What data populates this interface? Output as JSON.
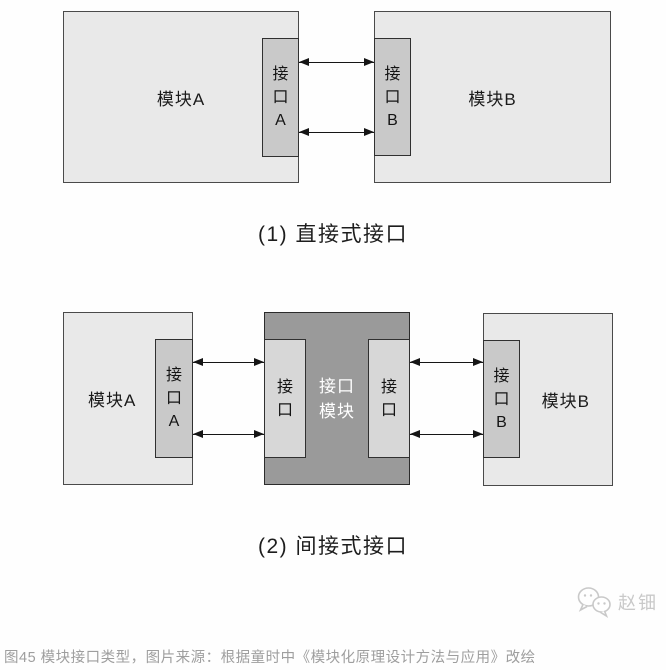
{
  "figure": {
    "diagram1": {
      "caption": "(1) 直接式接口",
      "module_a": {
        "label": "模块A"
      },
      "interface_a": {
        "label": "接\n口\nA"
      },
      "interface_b": {
        "label": "接\n口\nB"
      },
      "module_b": {
        "label": "模块B"
      }
    },
    "diagram2": {
      "caption": "(2) 间接式接口",
      "module_a": {
        "label": "模块A"
      },
      "interface_a": {
        "label": "接\n口\nA"
      },
      "inner_interface_left": {
        "label": "接\n口"
      },
      "interface_module": {
        "label": "接口\n模块"
      },
      "inner_interface_right": {
        "label": "接\n口"
      },
      "interface_b": {
        "label": "接\n口\nB"
      },
      "module_b": {
        "label": "模块B"
      }
    },
    "watermark": {
      "text": "赵钿",
      "icon": "wechat-bubbles-icon"
    },
    "figure_caption": "图45 模块接口类型，图片来源：根据童时中《模块化原理设计方法与应用》改绘"
  },
  "colors": {
    "module_fill": "#e9e9e9",
    "interface_fill": "#c9c9c9",
    "inner_interface_fill": "#d7d7d7",
    "interface_module_fill": "#9a9a9a",
    "border": "#4a4a4a",
    "arrow": "#151515",
    "caption_text": "#1d1d1d",
    "figure_caption_text": "#9e9e9e",
    "watermark": "#c9c9c9",
    "background": "#ffffff"
  }
}
